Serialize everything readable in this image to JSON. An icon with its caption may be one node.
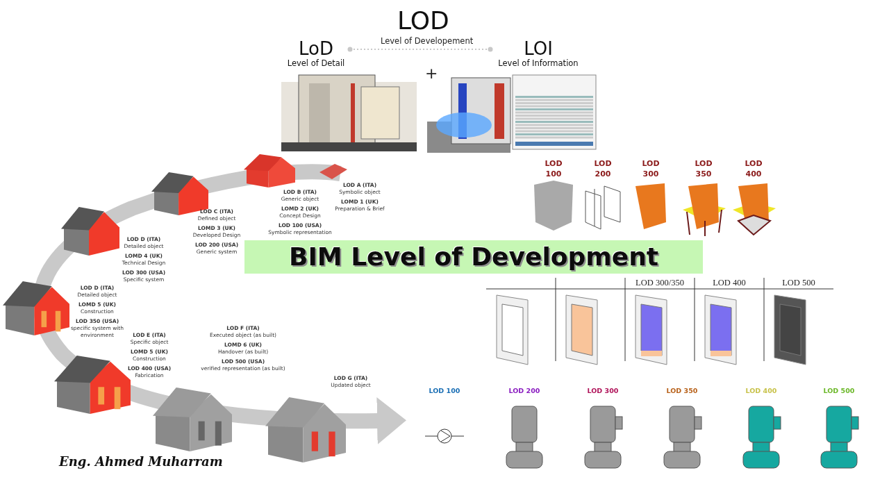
{
  "diagram": {
    "title": "BIM Level of Development",
    "nodes": [
      {
        "text": [
          "LoD",
          "Level of Detail"
        ]
      },
      {
        "text": [
          "LOI",
          "Level of Information"
        ]
      }
    ],
    "edges": [
      {
        "from": 0,
        "to": 1,
        "arrow": "other",
        "style": "dashed"
      }
    ],
    "labels": [
      "LOD",
      "Level of Developement",
      "+",
      "LOD A (ITA)",
      "Symbolic object",
      "LOMD 1 (UK)",
      "Preparation & Brief",
      "LOD B (ITA)",
      "Generic object",
      "LOMD 2 (UK)",
      "Concept Design",
      "LOD 100 (USA)",
      "Symbolic representation",
      "LOD C (ITA)",
      "Defined object",
      "LOMD 3 (UK)",
      "Developed Design",
      "LOD 200 (USA)",
      "Generic system",
      "LOD D (ITA)",
      "Detailed object",
      "LOMD 4 (UK)",
      "Technical Design",
      "LOD 300 (USA)",
      "Specific system",
      "LOD D (ITA)",
      "Detailed object",
      "LOMD 5 (UK)",
      "Construction",
      "LOD 350 (USA)",
      "specific system with environment",
      "LOD E (ITA)",
      "Specific object",
      "LOMD 5 (UK)",
      "Construction",
      "LOD 400 (USA)",
      "Fabrication",
      "LOD F (ITA)",
      "Executed object (as built)",
      "LOMD 6 (UK)",
      "Handover (as built)",
      "LOD 500 (USA)",
      "verified representation (as built)",
      "LOD G (ITA)",
      "Updated object",
      "LOD 100",
      "LOD 200",
      "LOD 300",
      "LOD 350",
      "LOD 400",
      "LOD 300/350",
      "LOD 400",
      "LOD 500",
      "LOD 100",
      "LOD 200",
      "LOD 300",
      "LOD 350",
      "LOD 400",
      "LOD 500",
      "Eng. Ahmed Muharram"
    ]
  }
}
